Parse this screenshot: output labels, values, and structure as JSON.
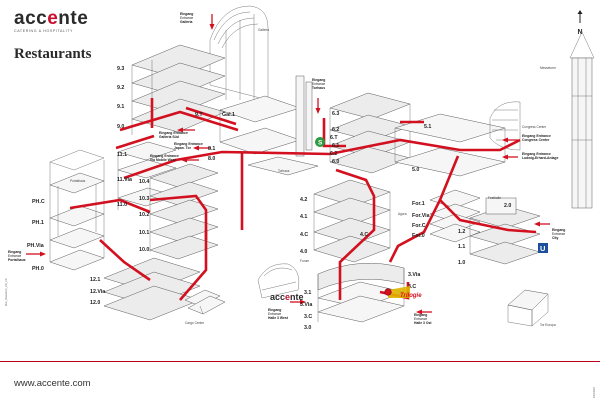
{
  "brand": {
    "name_part1": "acc",
    "name_accent": "e",
    "name_part2": "nte",
    "subtitle": "CATERING & HOSPITALITY",
    "url": "www.accente.com"
  },
  "page_title": "Restaurants",
  "north_label": "N",
  "side_code": "Rst_Standort_29_16",
  "side_code_right": "10/2016",
  "colors": {
    "route": "#d2101f",
    "brand_accent": "#c8102e"
  },
  "trilogie_label": "Trilogie",
  "buildings": {
    "galleria": "Galleria",
    "torhaus": "Torhaus",
    "congress_center": "Congress Center",
    "messeturm": "Messeturm",
    "agora": "Agora",
    "festhalle": "Festhalle",
    "portalhaus": "Portalhaus",
    "cargo_center": "Cargo Center",
    "forum": "Forum",
    "tor_europa": "Tor Europa"
  },
  "entrances": [
    {
      "id": "galleria",
      "lines": [
        "Eingang",
        "Entrance",
        "Galleria"
      ]
    },
    {
      "id": "galleria-sued",
      "lines": [
        "Eingang Entrance",
        "Galleria Süd"
      ]
    },
    {
      "id": "japan-tor",
      "lines": [
        "Eingang Entrance",
        "Japan. Tor"
      ]
    },
    {
      "id": "via-mobile",
      "lines": [
        "Eingang Entrance",
        "Via Mobile West"
      ]
    },
    {
      "id": "torhaus",
      "lines": [
        "Eingang",
        "Entrance",
        "Torhaus"
      ]
    },
    {
      "id": "congress-center",
      "lines": [
        "Eingang Entrance",
        "Congress Center"
      ]
    },
    {
      "id": "ludwig-erhard",
      "lines": [
        "Eingang Entrance",
        "Ludwig-Erhard-Anlage"
      ]
    },
    {
      "id": "portalhaus",
      "lines": [
        "Eingang",
        "Entrance",
        "Portalhaus"
      ]
    },
    {
      "id": "city",
      "lines": [
        "Eingang",
        "Entrance",
        "City"
      ]
    },
    {
      "id": "halle3-west",
      "lines": [
        "Eingang",
        "Entrance",
        "Halle 3 West"
      ]
    },
    {
      "id": "halle3-ost",
      "lines": [
        "Eingang",
        "Entrance",
        "Halle 3 Ost"
      ]
    }
  ],
  "levels": {
    "hall9": [
      "9.3",
      "9.2",
      "9.1",
      "9.0"
    ],
    "hall9_extra": [
      "9.T",
      "Gal.1"
    ],
    "hall8": [
      "8.1",
      "8.0"
    ],
    "hall11": [
      "11.1",
      "11.Via",
      "11.0"
    ],
    "hall10": [
      "10.4",
      "10.3",
      "10.2",
      "10.1",
      "10.0"
    ],
    "hall_ph": [
      "PH.C",
      "PH.1",
      "PH.Via",
      "PH.0"
    ],
    "hall12": [
      "12.1",
      "12.Via",
      "12.0"
    ],
    "hall6": [
      "6.3",
      "6.2",
      "6.1",
      "6.0"
    ],
    "hall6_extra": [
      "6.T",
      "6.2"
    ],
    "hall5": [
      "5.1",
      "5.0"
    ],
    "hall4": [
      "4.2",
      "4.1",
      "4.C",
      "4.0",
      "4.C"
    ],
    "forum": [
      "For.1",
      "For.Via",
      "For.C",
      "For.0"
    ],
    "hall1": [
      "2.0",
      "1.2",
      "1.1",
      "1.0"
    ],
    "hall3": [
      "3.1",
      "3.Via",
      "3.C",
      "3.0",
      "3.Via",
      "3.C"
    ]
  },
  "badges": {
    "s_bahn": "S",
    "u_bahn": "U"
  }
}
